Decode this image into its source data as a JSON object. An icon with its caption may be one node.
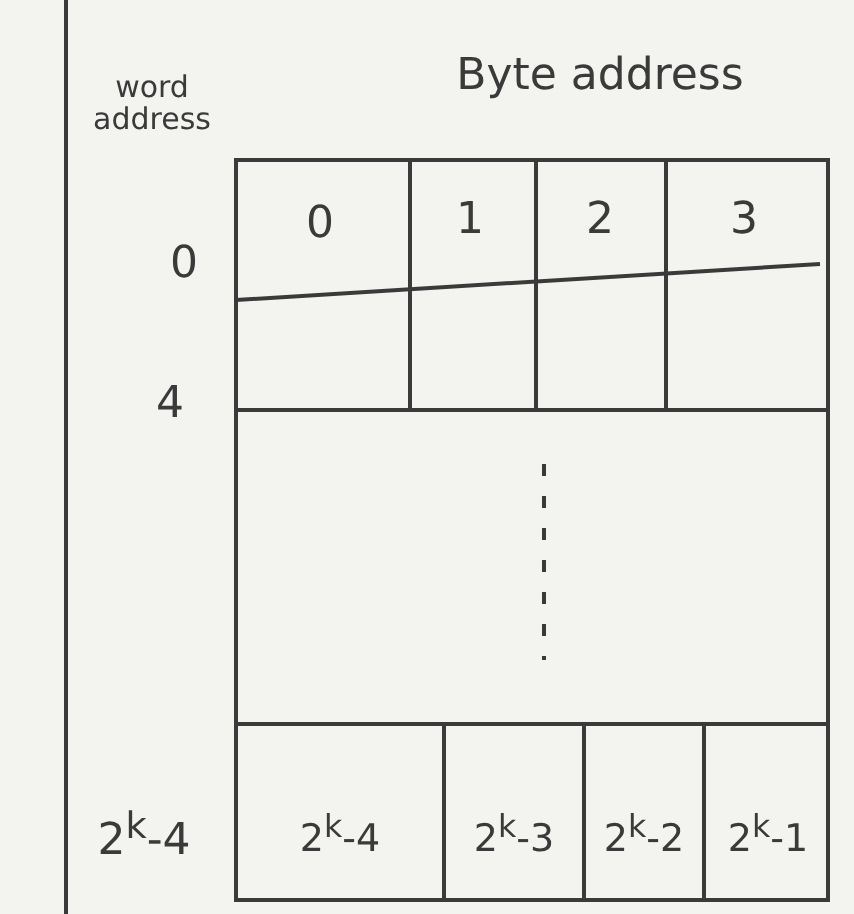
{
  "diagram": {
    "labels": [
      "word address",
      "Byte address",
      "0",
      "0",
      "1",
      "2",
      "3",
      "4",
      "2$^{k}$-4",
      "2$^{k}$-4",
      "2$^{k}$-3",
      "2$^{k}$-2",
      "2$^{k}$-1"
    ]
  }
}
